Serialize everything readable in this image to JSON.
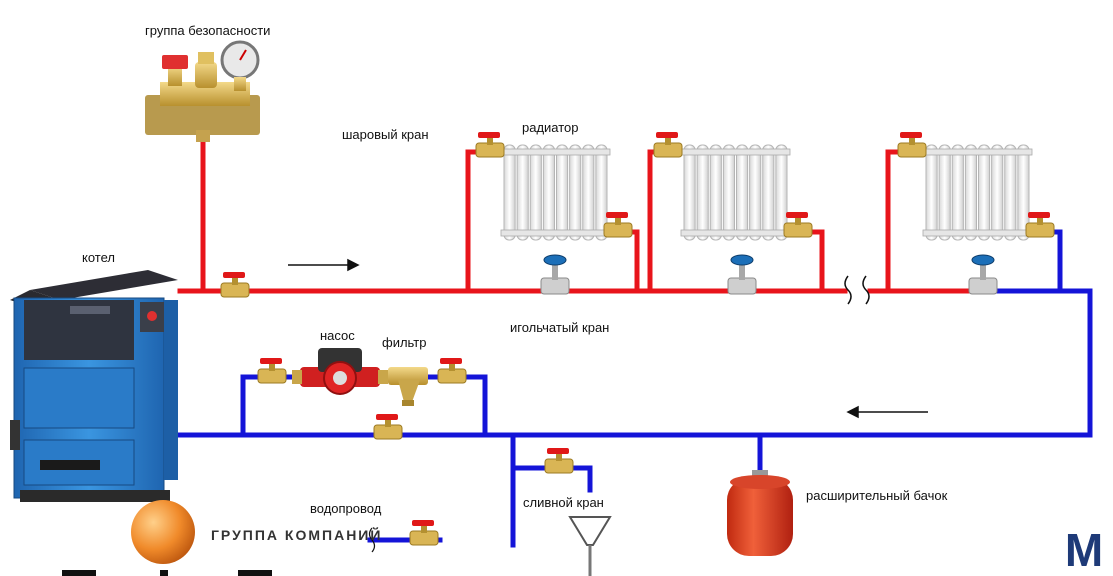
{
  "labels": {
    "safety_group": "группа безопасности",
    "ball_valve": "шаровый кран",
    "radiator": "радиатор",
    "boiler": "котел",
    "needle_valve": "игольчатый кран",
    "pump": "насос",
    "filter": "фильтр",
    "water_supply": "водопровод",
    "drain_valve": "сливной кран",
    "expansion_tank": "расширительный бачок"
  },
  "brand": {
    "company_text": "ГРУППА КОМПАНИЙ",
    "logo_letter": "M"
  },
  "colors": {
    "supply_pipe": "#e8141b",
    "return_pipe": "#1414d8",
    "boiler_body": "#2a7fd0",
    "radiator": "#f2f2f2",
    "tank": "#e2452a",
    "logo": "#1e3a78"
  },
  "icons": [
    "flow-arrow-right-icon",
    "flow-arrow-left-icon",
    "pipe-break-icon",
    "valve-handle-icon"
  ]
}
